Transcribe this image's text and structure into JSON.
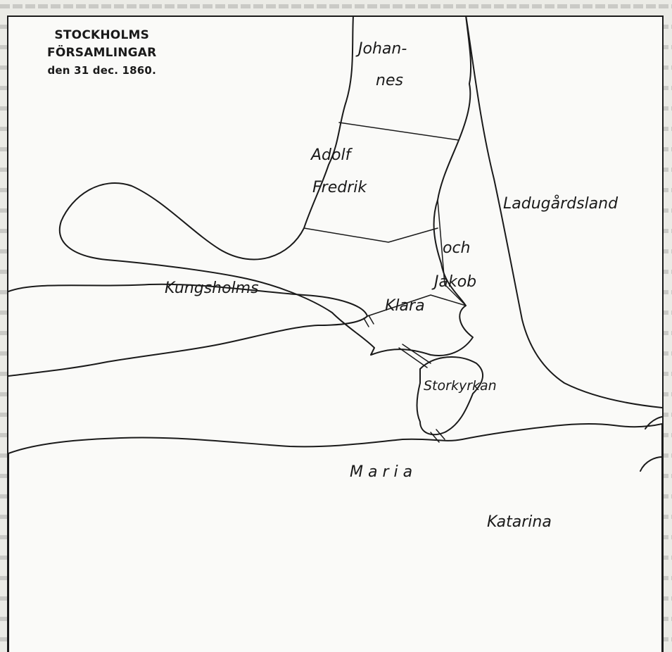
{
  "map": {
    "title_line1": "STOCKHOLMS",
    "title_line2": "FÖRSAMLINGAR",
    "title_line3": "den 31 dec. 1860.",
    "parishes": {
      "johannes_1": "Johan-",
      "johannes_2": "nes",
      "adolf_fredrik_1": "Adolf",
      "adolf_fredrik_2": "Fredrik",
      "ladugardsland": "Ladugårdsland",
      "och": "och",
      "jakob": "Jakob",
      "kungsholms": "Kungsholms",
      "klara": "Klara",
      "storkyrkan": "Storkyrkan",
      "maria": "M a r i a",
      "katarina": "Katarina"
    },
    "colors": {
      "ink": "#1a1a1a",
      "paper": "#fafaf8"
    }
  }
}
